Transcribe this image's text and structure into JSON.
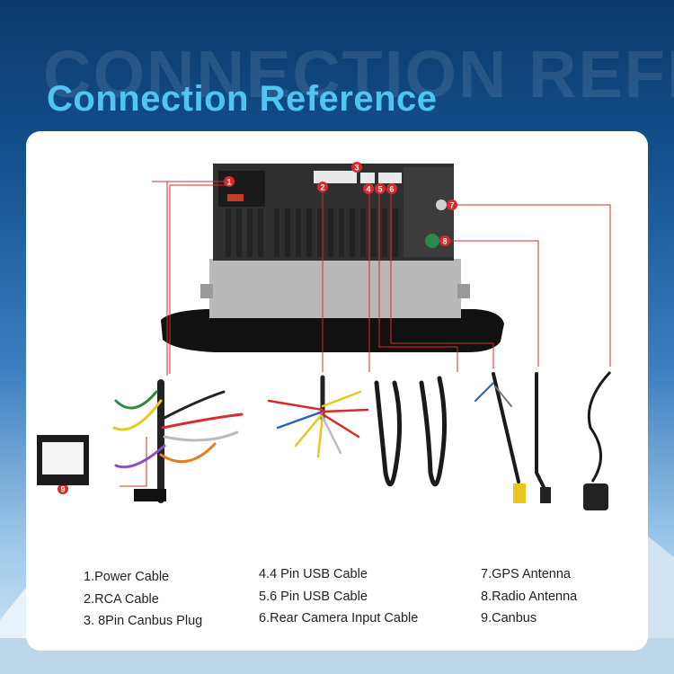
{
  "heading": {
    "watermark": "CONNECTION REFERENCE",
    "title": "Connection Reference"
  },
  "colors": {
    "accent": "#4fc6f2",
    "marker": "#d92b2b",
    "panel": "#ffffff"
  },
  "markers": [
    "1",
    "2",
    "3",
    "4",
    "5",
    "6",
    "7",
    "8",
    "9"
  ],
  "legend": {
    "col1": [
      "1.Power Cable",
      "2.RCA Cable",
      "3. 8Pin Canbus Plug"
    ],
    "col2": [
      "4.4 Pin USB Cable",
      "5.6 Pin USB Cable",
      "6.Rear Camera Input Cable"
    ],
    "col3": [
      "7.GPS Antenna",
      "8.Radio Antenna",
      "9.Canbus"
    ]
  }
}
